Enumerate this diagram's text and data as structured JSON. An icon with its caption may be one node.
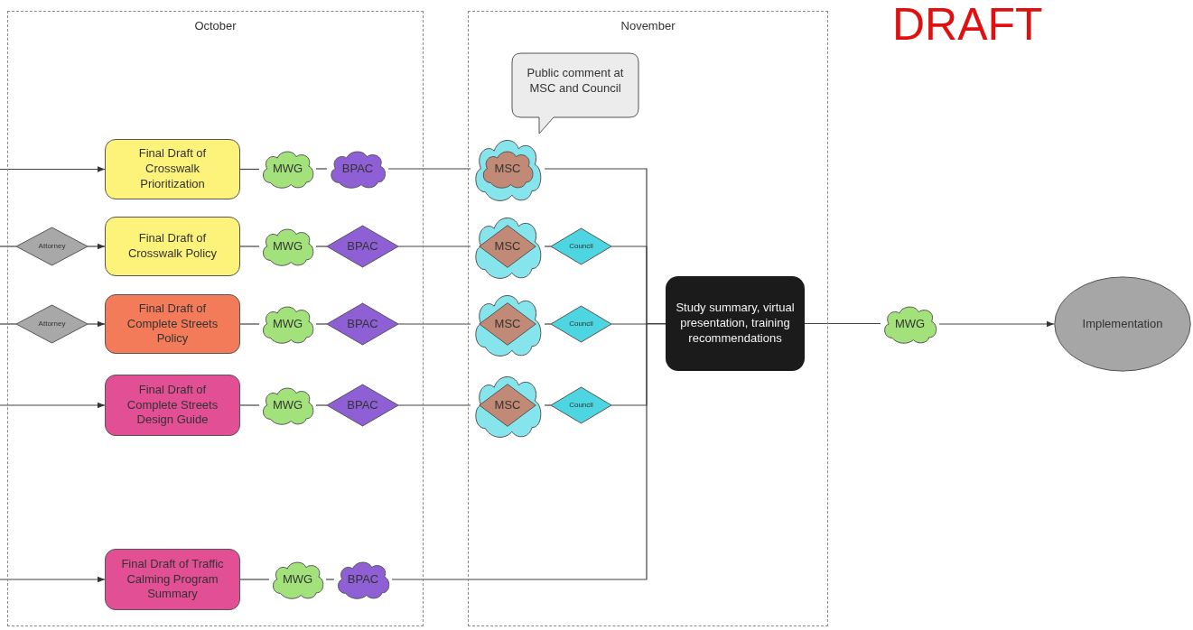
{
  "diagram": {
    "nodes": [
      {
        "text": [
          "October"
        ]
      },
      {
        "text": [
          "November"
        ]
      },
      {
        "text": [
          "Final Draft of Crosswalk Prioritization"
        ],
        "in": 0
      },
      {
        "text": [
          "MWG"
        ],
        "in": 0
      },
      {
        "text": [
          "BPAC"
        ],
        "in": 0
      },
      {
        "text": [
          "MSC"
        ],
        "in": 1
      },
      {
        "text": [
          "Public comment at MSC and Council"
        ],
        "in": 1
      },
      {
        "text": [
          "Attorney"
        ],
        "in": 0
      },
      {
        "text": [
          "Final Draft of Crosswalk Policy"
        ],
        "in": 0
      },
      {
        "text": [
          "MWG"
        ],
        "in": 0
      },
      {
        "text": [
          "BPAC"
        ],
        "in": 0
      },
      {
        "text": [
          "MSC"
        ],
        "in": 1
      },
      {
        "text": [
          "Council"
        ],
        "in": 1
      },
      {
        "text": [
          "Attorney"
        ],
        "in": 0
      },
      {
        "text": [
          "Final Draft of Complete Streets Policy"
        ],
        "in": 0
      },
      {
        "text": [
          "MWG"
        ],
        "in": 0
      },
      {
        "text": [
          "BPAC"
        ],
        "in": 0
      },
      {
        "text": [
          "MSC"
        ],
        "in": 1
      },
      {
        "text": [
          "Council"
        ],
        "in": 1
      },
      {
        "text": [
          "Final Draft of Complete Streets Design Guide"
        ],
        "in": 0
      },
      {
        "text": [
          "MWG"
        ],
        "in": 0
      },
      {
        "text": [
          "BPAC"
        ],
        "in": 0
      },
      {
        "text": [
          "MSC"
        ],
        "in": 1
      },
      {
        "text": [
          "Council"
        ],
        "in": 1
      },
      {
        "text": [
          "Final Draft of Traffic Calming Program Summary"
        ],
        "in": 0
      },
      {
        "text": [
          "MWG"
        ],
        "in": 0
      },
      {
        "text": [
          "BPAC"
        ],
        "in": 0
      },
      {
        "text": [
          "Study summary, virtual presentation, training recommendations"
        ],
        "in": 1
      },
      {
        "text": [
          "MWG"
        ]
      },
      {
        "text": [
          "Implementation"
        ]
      }
    ],
    "edges": [
      {
        "from": null,
        "to": 2,
        "arrow": "to"
      },
      {
        "from": 2,
        "to": 3,
        "arrow": "none"
      },
      {
        "from": 3,
        "to": 4,
        "arrow": "none"
      },
      {
        "from": 4,
        "to": 5,
        "arrow": "none"
      },
      {
        "from": 5,
        "to": 27,
        "arrow": "none"
      },
      {
        "from": null,
        "to": 7,
        "arrow": "none"
      },
      {
        "from": 7,
        "to": 8,
        "arrow": "to"
      },
      {
        "from": 8,
        "to": 9,
        "arrow": "none"
      },
      {
        "from": 9,
        "to": 10,
        "arrow": "none"
      },
      {
        "from": 10,
        "to": 11,
        "arrow": "none"
      },
      {
        "from": 11,
        "to": 12,
        "arrow": "none"
      },
      {
        "from": 12,
        "to": 27,
        "arrow": "none"
      },
      {
        "from": null,
        "to": 13,
        "arrow": "none"
      },
      {
        "from": 13,
        "to": 14,
        "arrow": "to"
      },
      {
        "from": 14,
        "to": 15,
        "arrow": "none"
      },
      {
        "from": 15,
        "to": 16,
        "arrow": "none"
      },
      {
        "from": 16,
        "to": 17,
        "arrow": "none"
      },
      {
        "from": 17,
        "to": 18,
        "arrow": "none"
      },
      {
        "from": 18,
        "to": 27,
        "arrow": "none"
      },
      {
        "from": null,
        "to": 19,
        "arrow": "to"
      },
      {
        "from": 19,
        "to": 20,
        "arrow": "none"
      },
      {
        "from": 20,
        "to": 21,
        "arrow": "none"
      },
      {
        "from": 21,
        "to": 22,
        "arrow": "none"
      },
      {
        "from": 22,
        "to": 23,
        "arrow": "none"
      },
      {
        "from": 23,
        "to": 27,
        "arrow": "none"
      },
      {
        "from": null,
        "to": 24,
        "arrow": "to"
      },
      {
        "from": 24,
        "to": 25,
        "arrow": "none"
      },
      {
        "from": 25,
        "to": 26,
        "arrow": "none"
      },
      {
        "from": 26,
        "to": 27,
        "arrow": "none"
      },
      {
        "from": 27,
        "to": 28,
        "arrow": "none"
      },
      {
        "from": 28,
        "to": 29,
        "arrow": "to"
      }
    ],
    "labels": [
      "DRAFT"
    ]
  }
}
